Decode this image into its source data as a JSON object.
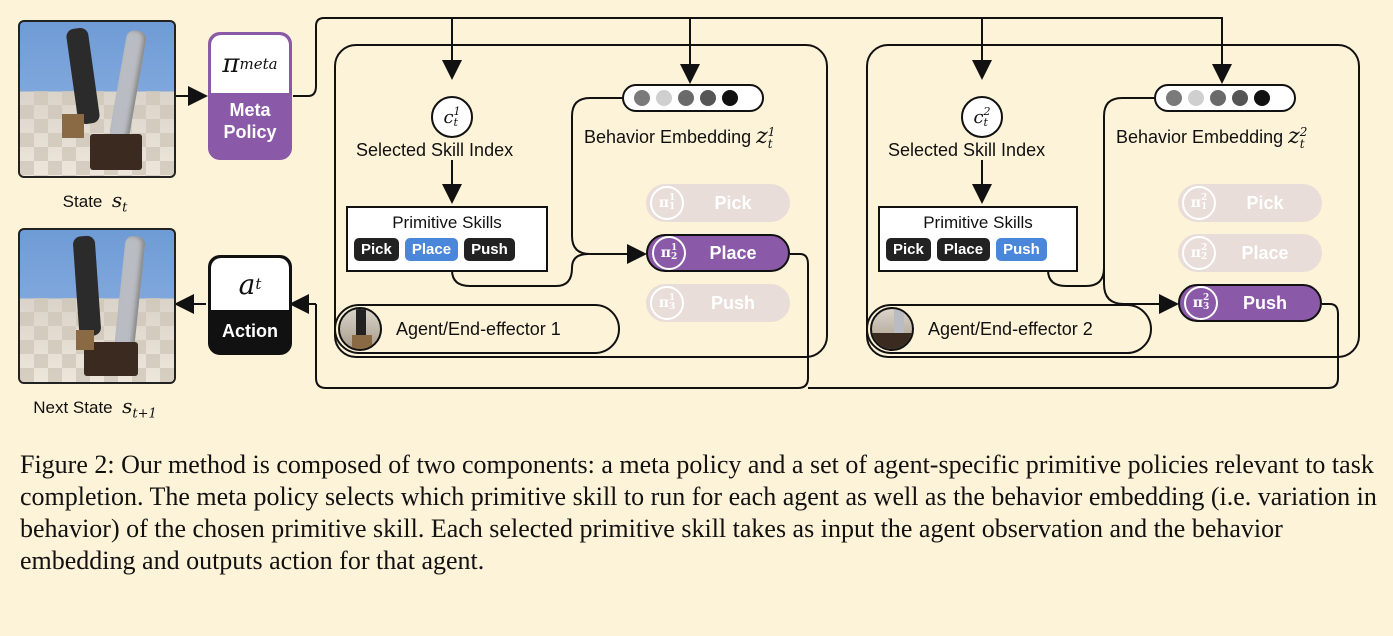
{
  "state_label": "State",
  "state_symbol": "s",
  "state_sub": "t",
  "next_state_label": "Next State",
  "next_state_symbol": "s",
  "next_state_sub": "t+1",
  "meta_policy": {
    "symbol": "π",
    "sub": "meta",
    "label_line1": "Meta",
    "label_line2": "Policy"
  },
  "action": {
    "symbol": "a",
    "sub": "t",
    "label": "Action"
  },
  "panels": [
    {
      "skill_index_symbol": "c",
      "skill_index_sup": "1",
      "skill_index_sub": "t",
      "skill_index_label": "Selected Skill Index",
      "embedding_label": "Behavior Embedding",
      "embedding_symbol": "z",
      "embedding_sup": "1",
      "embedding_sub": "t",
      "primitive_title": "Primitive Skills",
      "chips": [
        "Pick",
        "Place",
        "Push"
      ],
      "selected_chip": 1,
      "policies": [
        {
          "sym": "π",
          "sup": "1",
          "sub": "1",
          "label": "Pick",
          "active": false
        },
        {
          "sym": "π",
          "sup": "1",
          "sub": "2",
          "label": "Place",
          "active": true
        },
        {
          "sym": "π",
          "sup": "1",
          "sub": "3",
          "label": "Push",
          "active": false
        }
      ],
      "agent_label": "Agent/End-effector 1"
    },
    {
      "skill_index_symbol": "c",
      "skill_index_sup": "2",
      "skill_index_sub": "t",
      "skill_index_label": "Selected Skill Index",
      "embedding_label": "Behavior Embedding",
      "embedding_symbol": "z",
      "embedding_sup": "2",
      "embedding_sub": "t",
      "primitive_title": "Primitive Skills",
      "chips": [
        "Pick",
        "Place",
        "Push"
      ],
      "selected_chip": 2,
      "policies": [
        {
          "sym": "π",
          "sup": "2",
          "sub": "1",
          "label": "Pick",
          "active": false
        },
        {
          "sym": "π",
          "sup": "2",
          "sub": "2",
          "label": "Place",
          "active": false
        },
        {
          "sym": "π",
          "sup": "2",
          "sub": "3",
          "label": "Push",
          "active": true
        }
      ],
      "agent_label": "Agent/End-effector 2"
    }
  ],
  "embedding_dot_colors": [
    "#7a7a7a",
    "#cfcfcf",
    "#6a6a6a",
    "#555555",
    "#111111"
  ],
  "colors": {
    "purple": "#8a59a8",
    "blue": "#4a86d9",
    "faded": "#e9ddd9",
    "background": "#fdf3d8"
  },
  "caption": "Figure 2: Our method is composed of two components: a meta policy and a set of agent-specific primitive policies relevant to task completion. The meta policy selects which primitive skill to run for each agent as well as the behavior embedding (i.e. variation in behavior) of the chosen primitive skill. Each selected primitive skill takes as input the agent observation and the behavior embedding and outputs action for that agent."
}
